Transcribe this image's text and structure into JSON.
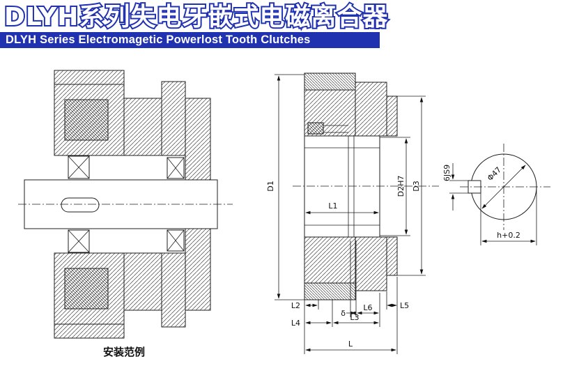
{
  "header": {
    "title_cn": "DLYH系列失电牙嵌式电磁离合器",
    "subtitle_en": "DLYH Series Electromagetic Powerlost Tooth Clutches"
  },
  "drawings": {
    "installation_caption": "安装范例",
    "dims": {
      "d1": "D1",
      "d2": "D2H7",
      "d3": "D3",
      "l1": "L1",
      "l2": "L2",
      "l3": "L3",
      "l4": "L4",
      "l5": "L5",
      "l6": "L6",
      "delta": "δ",
      "l_total": "L",
      "key_width": "6JS9",
      "bore_dia": "Φ47",
      "key_depth": "h+0.2"
    }
  },
  "colors": {
    "accent_blue": "#2132b0",
    "line_color": "#1c1c1c"
  }
}
